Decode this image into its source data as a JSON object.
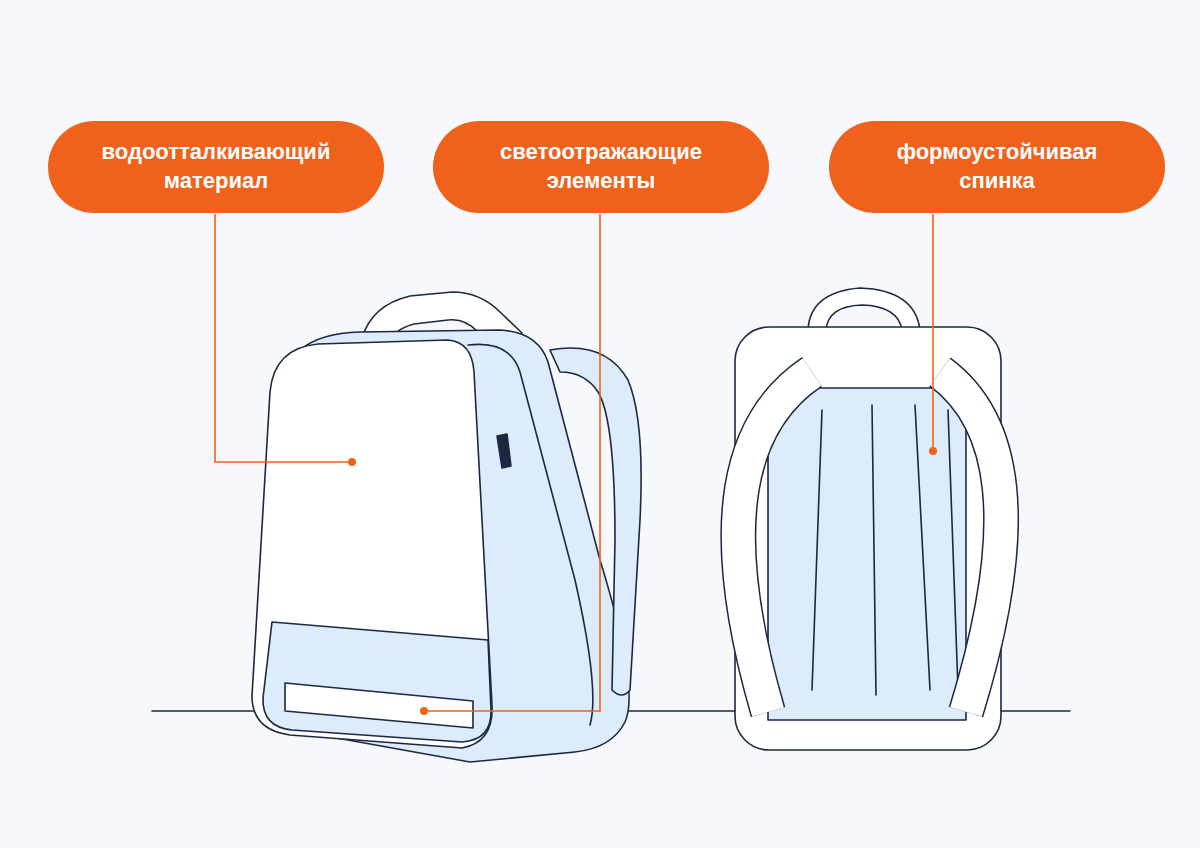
{
  "diagram": {
    "nodes": [
      {
        "text": [
          "водоотталкивающий материал"
        ]
      },
      {
        "text": [
          "светоотражающие элементы"
        ]
      },
      {
        "text": [
          "формоустойчивая спинка"
        ]
      }
    ]
  }
}
